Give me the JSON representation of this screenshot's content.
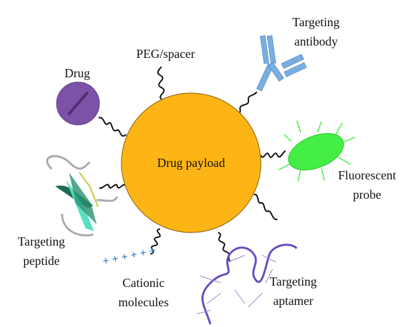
{
  "labels": {
    "center": "Drug payload",
    "drug": "Drug",
    "peg": "PEG/spacer",
    "antibody_1": "Targeting",
    "antibody_2": "antibody",
    "probe_1": "Fluorescent",
    "probe_2": "probe",
    "peptide_1": "Targeting",
    "peptide_2": "peptide",
    "cationic_1": "Cationic",
    "cationic_2": "molecules",
    "aptamer_1": "Targeting",
    "aptamer_2": "aptamer",
    "charges": "+ + + + + +"
  },
  "colors": {
    "core": "#fdb515",
    "core_stroke": "#9a6a10",
    "drug": "#7b52a8",
    "antibody": "#7aaee0",
    "probe": "#44ee44",
    "peptide": "#55e0c0",
    "aptamer": "#6a4cc0",
    "charges": "#2a7ab8"
  }
}
